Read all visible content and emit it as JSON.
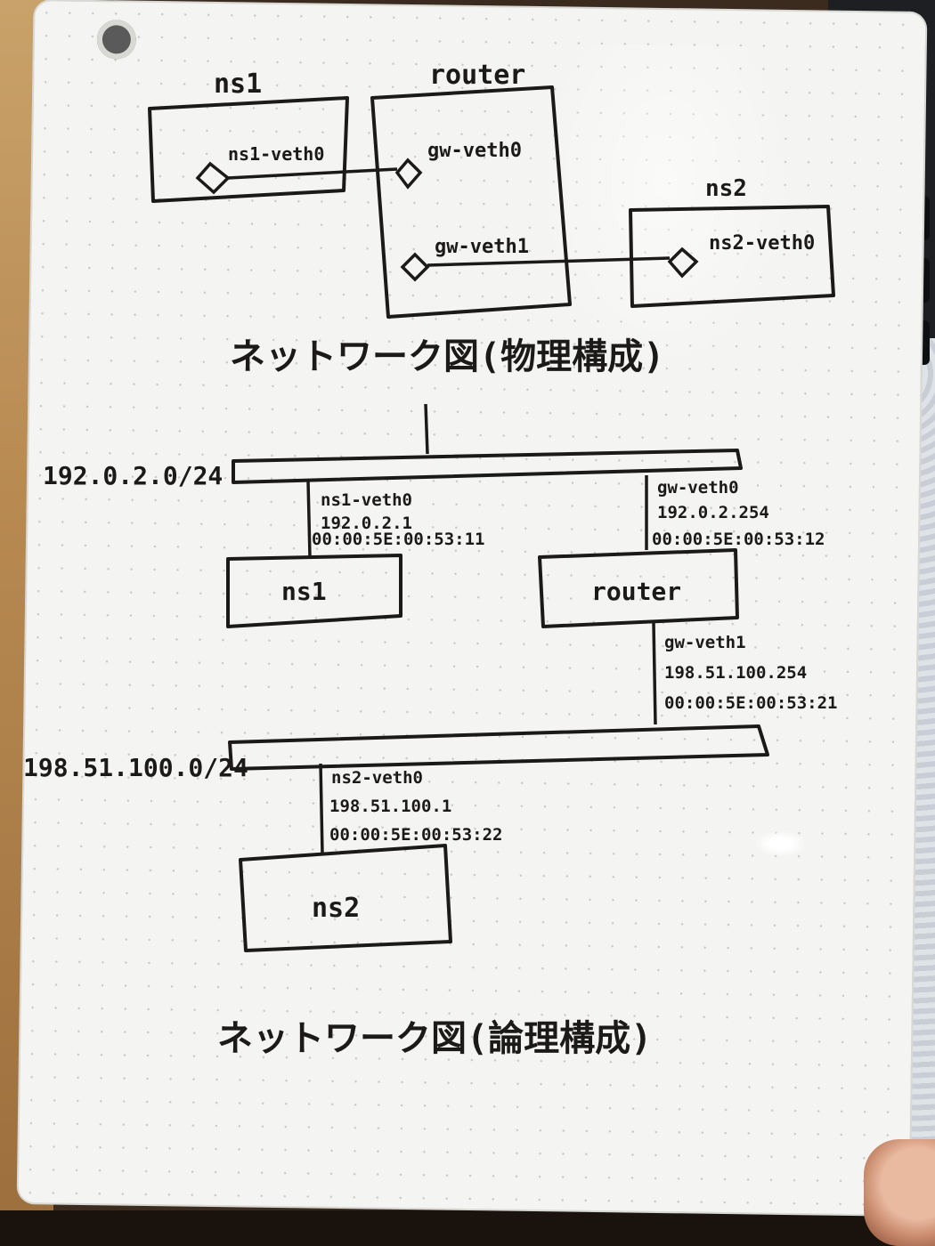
{
  "physical": {
    "title": "ネットワーク図(物理構成)",
    "ns1": {
      "label": "ns1",
      "port": "ns1-veth0"
    },
    "router": {
      "label": "router",
      "port0": "gw-veth0",
      "port1": "gw-veth1"
    },
    "ns2": {
      "label": "ns2",
      "port": "ns2-veth0"
    }
  },
  "logical": {
    "title": "ネットワーク図(論理構成)",
    "net1": "192.0.2.0/24",
    "net2": "198.51.100.0/24",
    "ns1": {
      "label": "ns1",
      "iface": "ns1-veth0",
      "ip": "192.0.2.1",
      "mac": "00:00:5E:00:53:11"
    },
    "router": {
      "label": "router",
      "iface0": "gw-veth0",
      "ip0": "192.0.2.254",
      "mac0": "00:00:5E:00:53:12",
      "iface1": "gw-veth1",
      "ip1": "198.51.100.254",
      "mac1": "00:00:5E:00:53:21"
    },
    "ns2": {
      "label": "ns2",
      "iface": "ns2-veth0",
      "ip": "198.51.100.1",
      "mac": "00:00:5E:00:53:22"
    }
  }
}
